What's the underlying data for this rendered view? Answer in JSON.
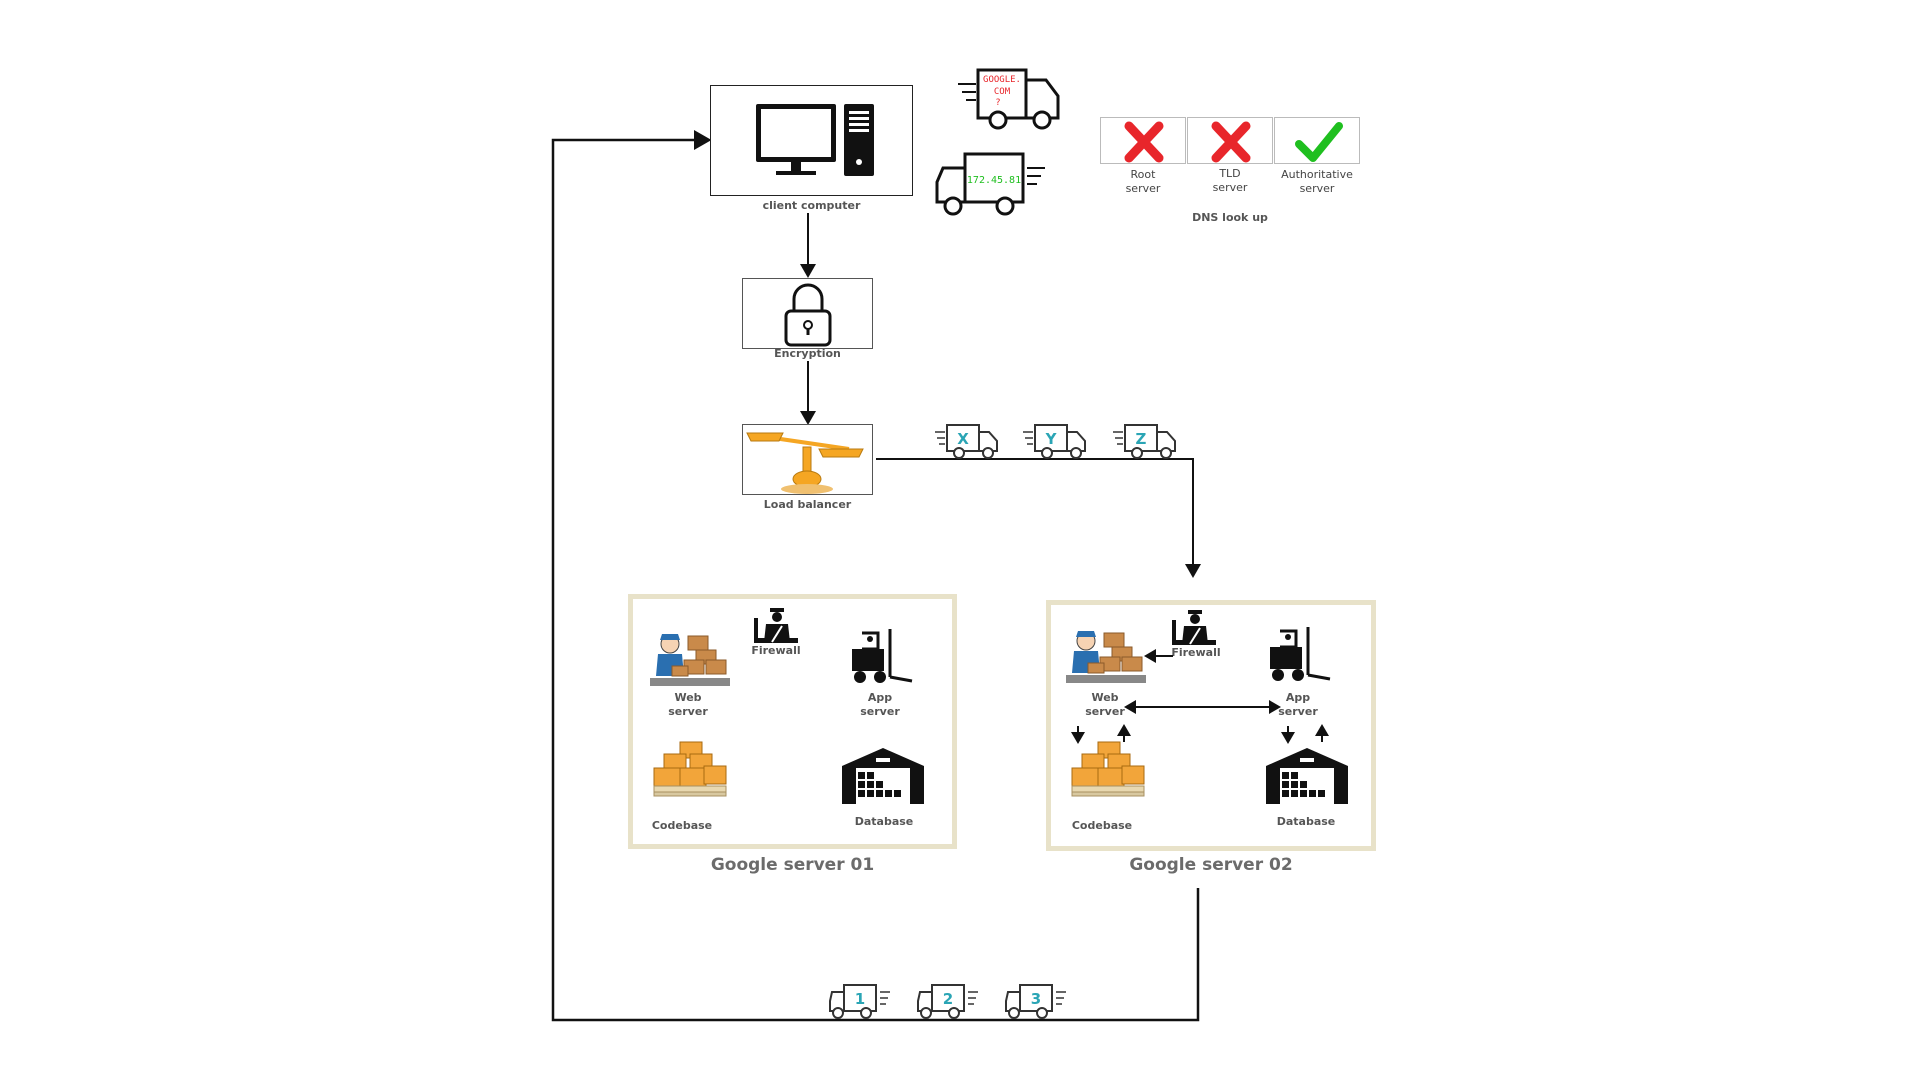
{
  "client": {
    "label": "client computer"
  },
  "dns_query_truck": {
    "text_line1": "GOOGLE.",
    "text_line2": "COM",
    "text_line3": "?"
  },
  "dns_reply_truck": {
    "text": "172.45.81"
  },
  "dns": {
    "title": "DNS look up",
    "servers": [
      {
        "label_line1": "Root",
        "label_line2": "server",
        "result": "cross"
      },
      {
        "label_line1": "TLD",
        "label_line2": "server",
        "result": "cross"
      },
      {
        "label_line1": "Authoritative",
        "label_line2": "server",
        "result": "check"
      }
    ]
  },
  "encryption": {
    "label": "Encryption"
  },
  "load_balancer": {
    "label": "Load balancer"
  },
  "packet_trucks_in": [
    "X",
    "Y",
    "Z"
  ],
  "packet_trucks_out": [
    "1",
    "2",
    "3"
  ],
  "server1": {
    "title": "Google server 01",
    "firewall": "Firewall",
    "web_line1": "Web",
    "web_line2": "server",
    "app_line1": "App",
    "app_line2": "server",
    "codebase": "Codebase",
    "database": "Database"
  },
  "server2": {
    "title": "Google server 02",
    "firewall": "Firewall",
    "web_line1": "Web",
    "web_line2": "server",
    "app_line1": "App",
    "app_line2": "server",
    "codebase": "Codebase",
    "database": "Database"
  },
  "colors": {
    "frame": "#e8e2c9",
    "cross": "#e8262b",
    "check": "#1fbf1f",
    "truck_label": "#2aa5b5",
    "scale": "#f5a623",
    "box_orange": "#f2a53a"
  }
}
